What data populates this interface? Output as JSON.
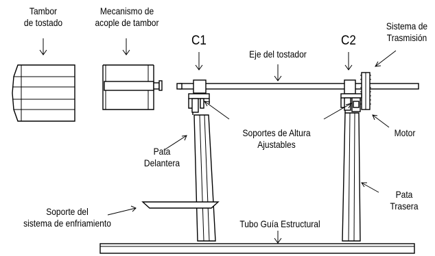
{
  "labels": {
    "drum": [
      "Tambor",
      "de tostado"
    ],
    "coupling": [
      "Mecanismo de",
      "acople de tambor"
    ],
    "c1": "C1",
    "c2": "C2",
    "axis": "Eje del tostador",
    "transmission": [
      "Sistema de",
      "Trasmisión"
    ],
    "adjustable_supports": [
      "Soportes de Altura",
      "Ajustables"
    ],
    "motor": "Motor",
    "front_leg": [
      "Pata",
      "Delantera"
    ],
    "rear_leg": [
      "Pata",
      "Trasera"
    ],
    "cooling_support": [
      "Soporte del",
      "sistema de enfriamiento"
    ],
    "guide_tube": "Tubo Guía Estructural"
  },
  "colors": {
    "line": "#000000",
    "background": "#ffffff"
  }
}
